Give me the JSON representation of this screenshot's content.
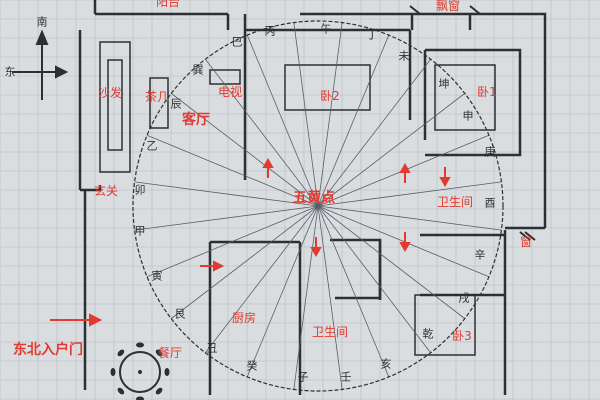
{
  "compass": {
    "north_label": "南",
    "east_label": "东"
  },
  "rooms": {
    "balcony": "阳台",
    "bay_window": "飘窗",
    "sofa": "沙发",
    "tea_table": "茶几",
    "tv": "电视",
    "living_room": "客厅",
    "bedroom2": "卧2",
    "bedroom1": "卧1",
    "bedroom3": "卧3",
    "foyer": "玄关",
    "bathroom1": "卫生间",
    "bathroom2": "卫生间",
    "kitchen": "厨房",
    "dining": "餐厅",
    "window": "窗"
  },
  "center_point": "五黄点",
  "entrance": "东北入户门",
  "directions": [
    "巳",
    "丙",
    "午",
    "丁",
    "未",
    "巽",
    "坤",
    "辰",
    "申",
    "乙",
    "庚",
    "卯",
    "酉",
    "甲",
    "辛",
    "寅",
    "戌",
    "艮",
    "乾",
    "丑",
    "癸",
    "子",
    "壬",
    "亥"
  ],
  "colors": {
    "accent": "#e23a2e",
    "ink": "#2c2f33",
    "paper": "#d9dde0",
    "grid": "#b4bcc4"
  }
}
